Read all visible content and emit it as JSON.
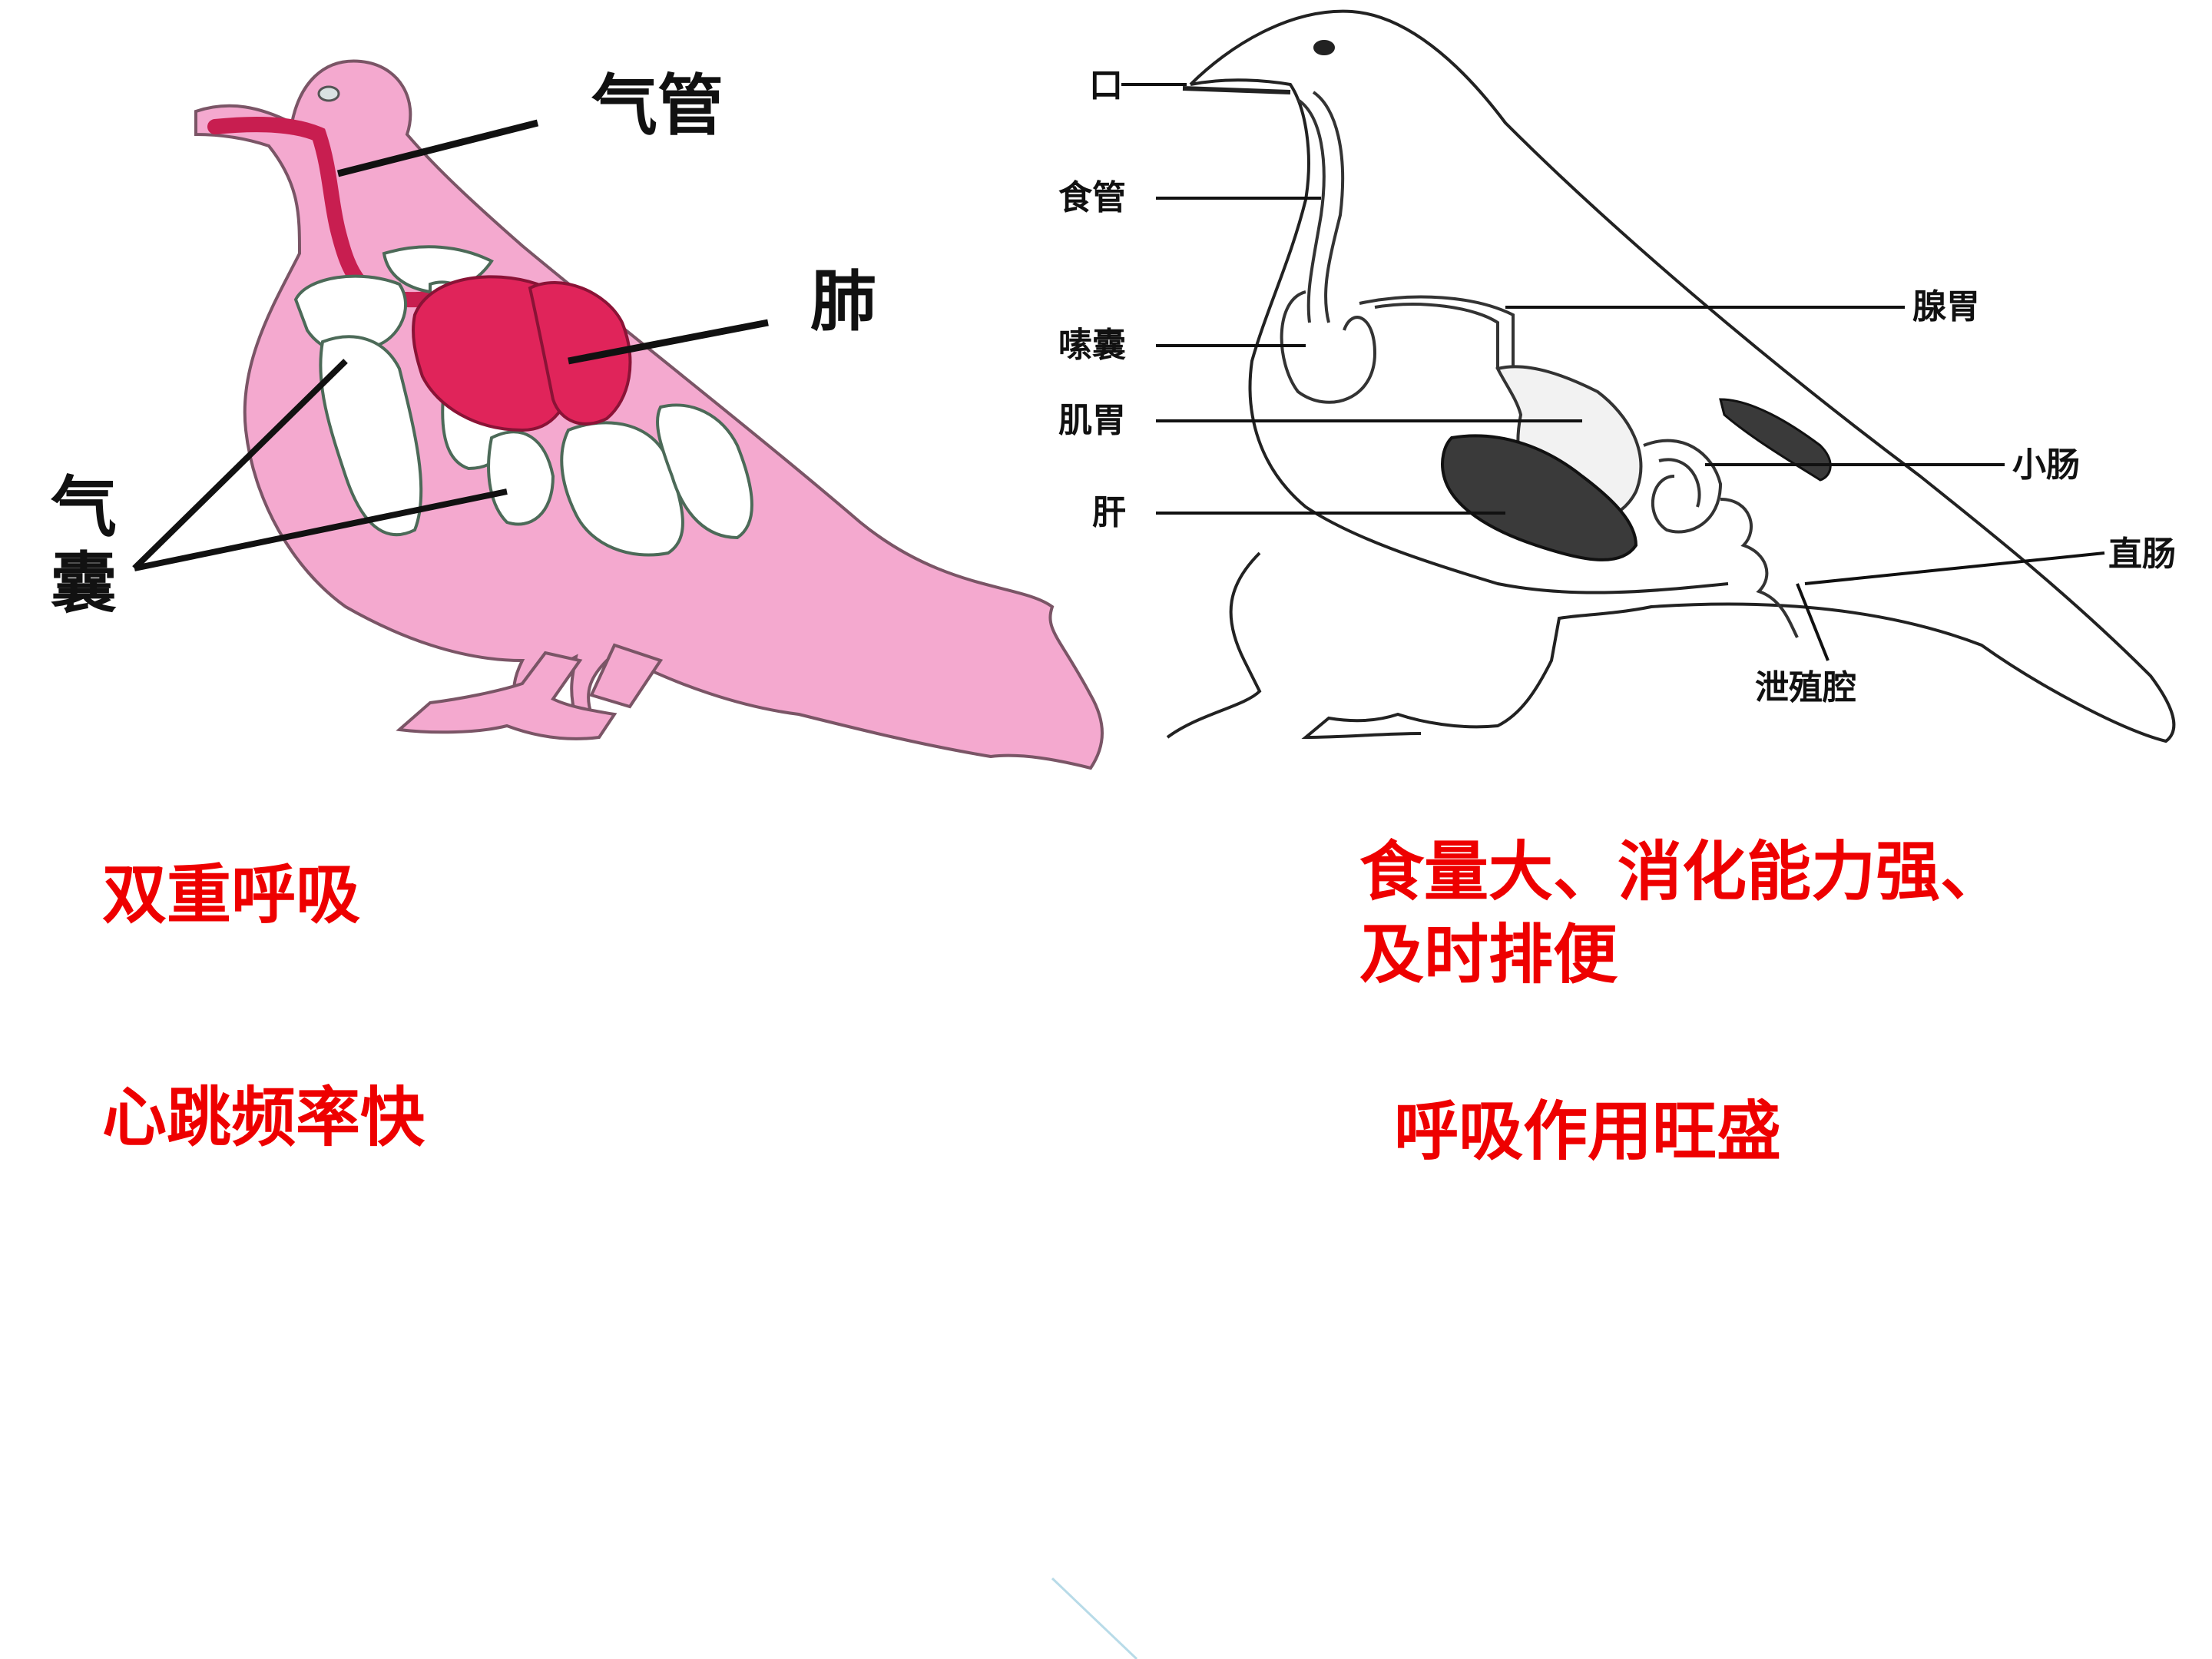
{
  "left_diagram": {
    "labels": {
      "trachea": "气管",
      "lung": "肺",
      "air_sac": "气囊"
    },
    "colors": {
      "body": "#f4a9cf",
      "lung": "#e0245a",
      "air_sac": "#ffffff"
    }
  },
  "right_diagram": {
    "labels": {
      "mouth": "口",
      "esophagus": "食管",
      "crop": "嗉囊",
      "gizzard": "肌胃",
      "liver": "肝",
      "proventriculus": "腺胃",
      "small_intestine": "小肠",
      "rectum": "直肠",
      "cloaca": "泄殖腔"
    }
  },
  "captions": {
    "double_breathing": "双重呼吸",
    "fast_heart": "心跳频率快",
    "digestion_line1": "食量大、消化能力强、",
    "digestion_line2": "及时排便",
    "respiration": "呼吸作用旺盛"
  },
  "accent_colors": {
    "caption": "#ee0000",
    "decor_line": "#b8dbe8"
  }
}
